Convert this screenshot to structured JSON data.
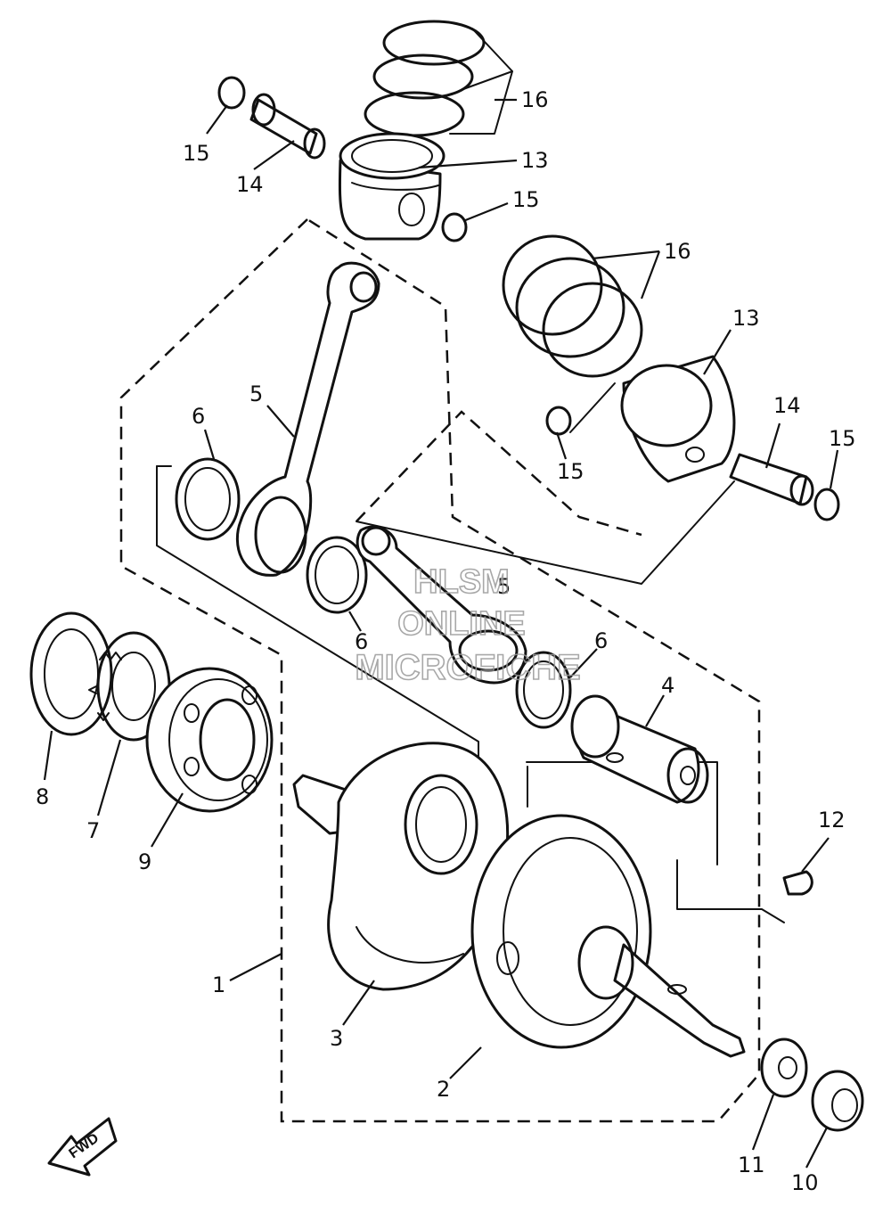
{
  "labels": {
    "l1": "1",
    "l2": "2",
    "l3": "3",
    "l4": "4",
    "l5a": "5",
    "l5b": "5",
    "l6a": "6",
    "l6b": "6",
    "l6c": "6",
    "l7": "7",
    "l8": "8",
    "l9": "9",
    "l10": "10",
    "l11": "11",
    "l12": "12",
    "l13a": "13",
    "l13b": "13",
    "l14a": "14",
    "l14b": "14",
    "l15a": "15",
    "l15b": "15",
    "l15c": "15",
    "l15d": "15",
    "l16a": "16",
    "l16b": "16"
  },
  "watermark": {
    "line1": "HLSM",
    "line2": "ONLINE",
    "line3": "MICROFICHE"
  },
  "fwd_label": "FWD"
}
